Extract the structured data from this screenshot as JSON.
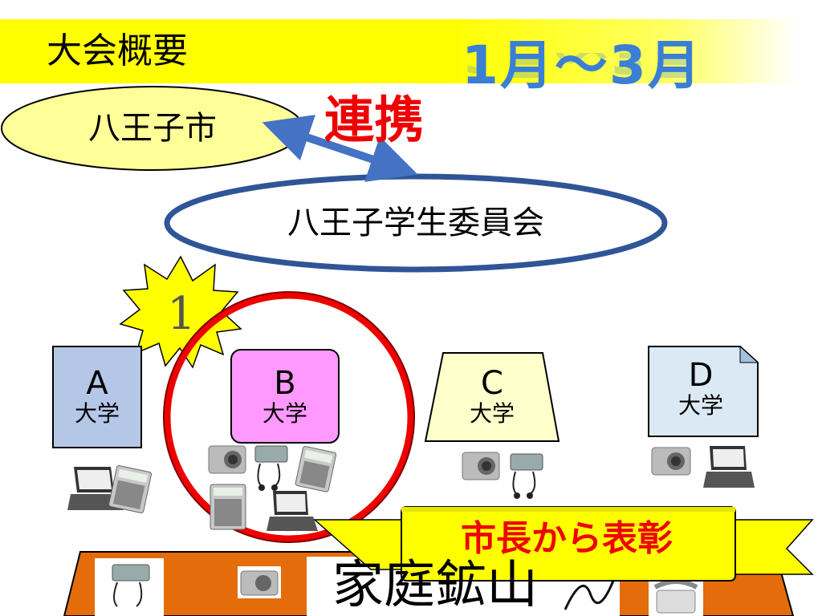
{
  "title": "大会概要",
  "date_range": "1月～3月",
  "city": "八王子市",
  "partnership": "連携",
  "committee": "八王子学生委員会",
  "winner_rank": "1",
  "universities": [
    {
      "letter": "A",
      "suffix": "大学"
    },
    {
      "letter": "B",
      "suffix": "大学"
    },
    {
      "letter": "C",
      "suffix": "大学"
    },
    {
      "letter": "D",
      "suffix": "大学"
    }
  ],
  "award_banner": "市長から表彰",
  "base_label": "家庭鉱山",
  "colors": {
    "title_band": "#ffff00",
    "date_text": "#3a7fd5",
    "oval_fill": "#ffff99",
    "oval_border_blue": "#2f5597",
    "arrow": "#4472c4",
    "red": "#ee0000",
    "univ_a": "#b4c7e7",
    "univ_b": "#ff99ff",
    "univ_c": "#ffffcc",
    "univ_d": "#dbe9f5",
    "base": "#e46c0a"
  },
  "icons": [
    "laptop-icon",
    "calculator-icon",
    "camera-icon",
    "music-player-icon",
    "cable-icon",
    "phone-icon"
  ]
}
